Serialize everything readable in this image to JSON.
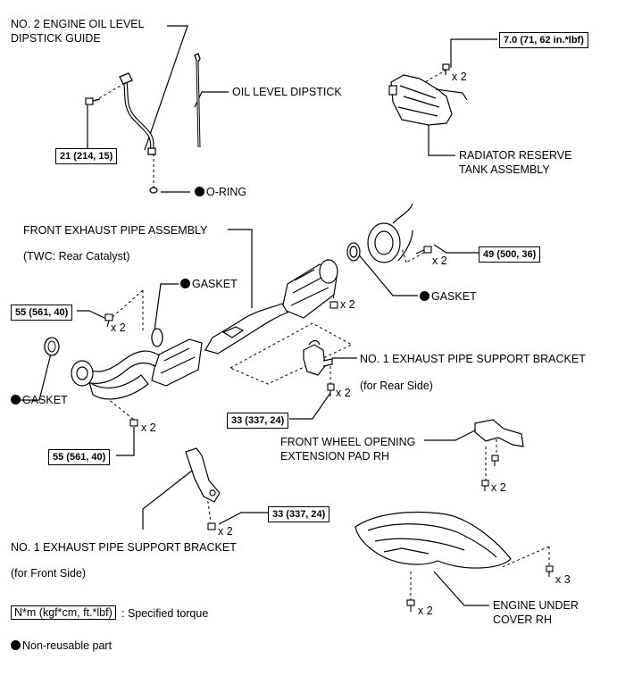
{
  "labels": {
    "guide": [
      "NO. 2 ENGINE OIL LEVEL",
      "DIPSTICK GUIDE"
    ],
    "dipstick": "OIL LEVEL DIPSTICK",
    "oring": "O-RING",
    "reserve_tank": [
      "RADIATOR RESERVE",
      "TANK ASSEMBLY"
    ],
    "exhaust_pipe": "FRONT EXHAUST PIPE ASSEMBLY",
    "twc": "(TWC: Rear Catalyst)",
    "gasket": "GASKET",
    "bracket_rear": "NO. 1 EXHAUST PIPE SUPPORT BRACKET",
    "rear_side": "(for Rear Side)",
    "pad": [
      "FRONT WHEEL OPENING",
      "EXTENSION PAD RH"
    ],
    "bracket_front": "NO. 1 EXHAUST PIPE SUPPORT BRACKET",
    "front_side": "(for Front Side)",
    "under_cover": [
      "ENGINE UNDER",
      "COVER RH"
    ]
  },
  "torques": {
    "t_214": "21 (214, 15)",
    "t_71": "7.0 (71, 62 in.*lbf)",
    "t_500": "49 (500, 36)",
    "t_561_top": "55 (561, 40)",
    "t_561_bottom": "55 (561, 40)",
    "t_337_rear": "33 (337, 24)",
    "t_337_front": "33 (337, 24)"
  },
  "quantities": {
    "x2": "x 2",
    "x3": "x 3"
  },
  "legend": {
    "torque_unit": "N*m (kgf*cm, ft.*lbf)",
    "torque_desc": ": Specified torque",
    "nonreusable": "Non-reusable part"
  }
}
